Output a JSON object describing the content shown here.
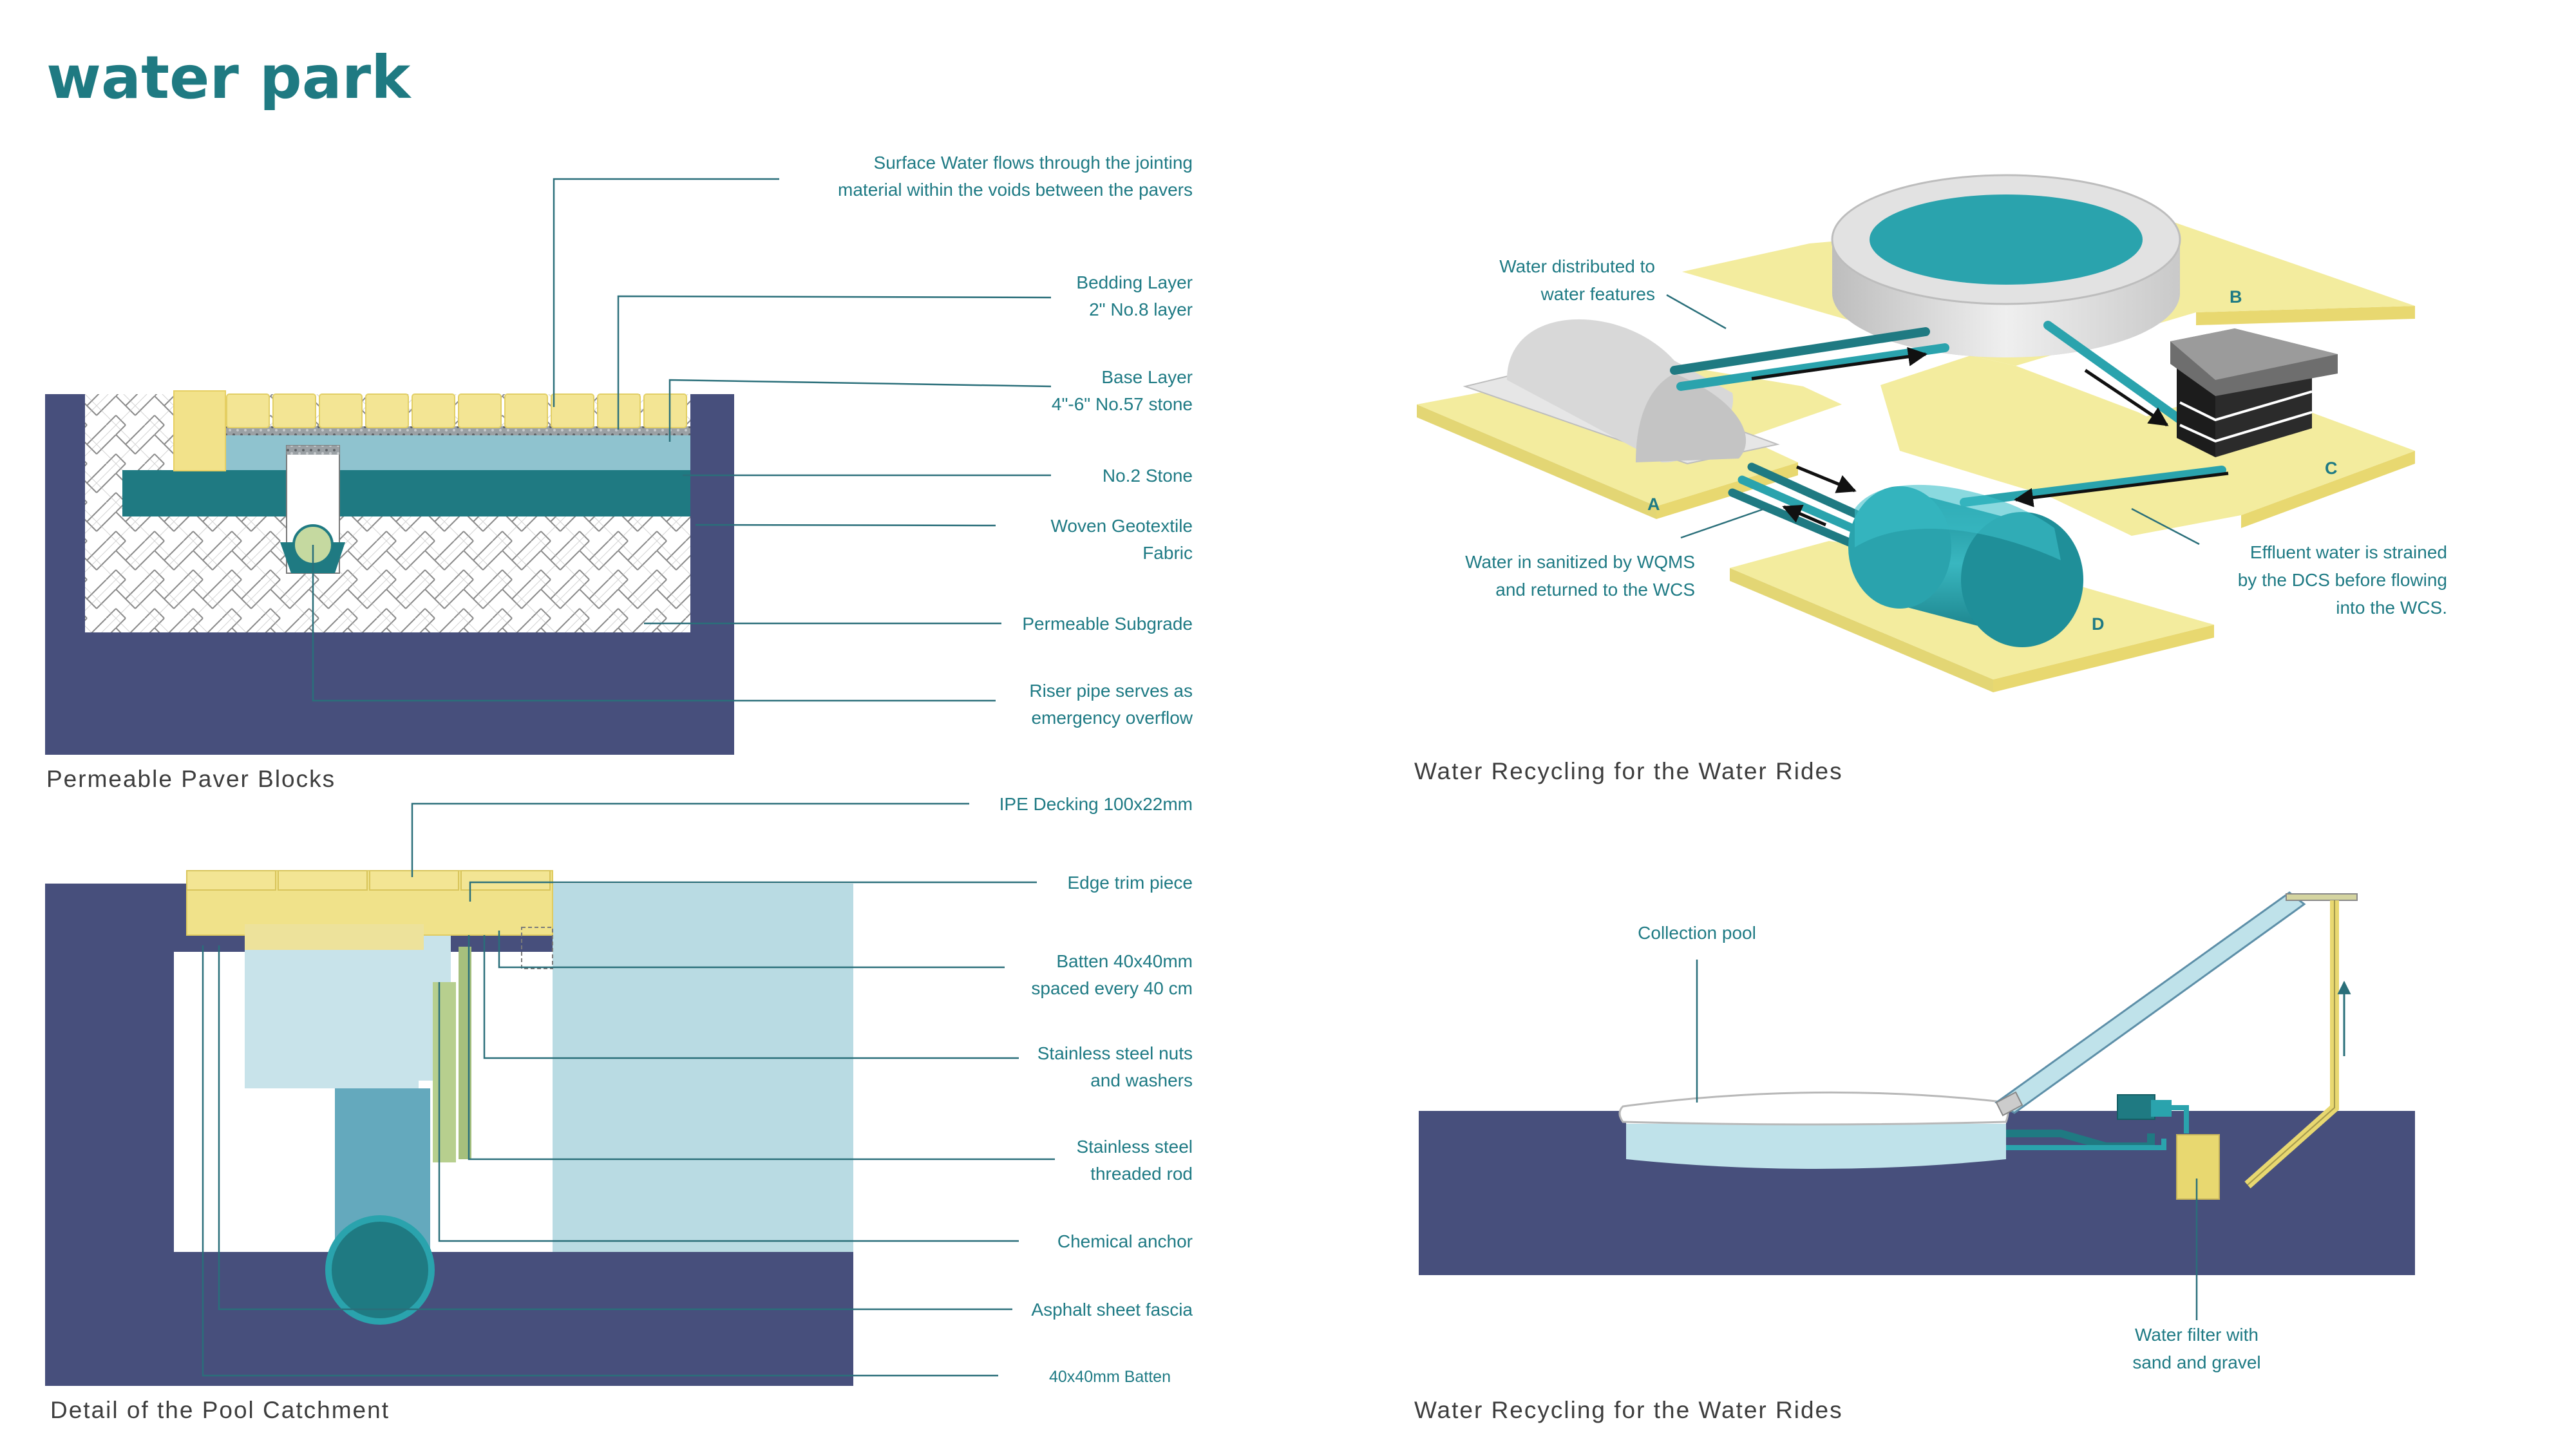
{
  "page": {
    "title": "water park"
  },
  "colors": {
    "teal_dark": "#1f7a82",
    "teal": "#2aa3ad",
    "teal_light": "#bfe2ea",
    "navy": "#474f7c",
    "yellow": "#f3ec9e",
    "yellow_dark": "#e8d870",
    "grey": "#d9d9d9",
    "black": "#1c1c1c"
  },
  "paver": {
    "caption": "Permeable Paver Blocks",
    "notes": [
      [
        "Surface Water flows through the jointing",
        "material within the voids between the pavers"
      ],
      [
        "Bedding Layer",
        "2\" No.8 layer"
      ],
      [
        "Base Layer",
        "4\"-6\" No.57 stone"
      ],
      [
        "No.2 Stone"
      ],
      [
        "Woven Geotextile",
        "Fabric"
      ],
      [
        "Permeable Subgrade"
      ],
      [
        "Riser pipe serves as",
        "emergency overflow"
      ]
    ]
  },
  "catchment": {
    "caption": "Detail of the Pool Catchment",
    "notes": [
      [
        "IPE Decking 100x22mm"
      ],
      [
        "Edge trim piece"
      ],
      [
        "Batten 40x40mm",
        "spaced every 40 cm"
      ],
      [
        "Stainless steel nuts",
        "and washers"
      ],
      [
        "Stainless steel",
        "threaded rod"
      ],
      [
        "Chemical anchor"
      ],
      [
        "Asphalt sheet fascia"
      ],
      [
        "40x40mm Batten"
      ]
    ]
  },
  "recycling_iso": {
    "caption": "Water Recycling for the Water Rides",
    "notes": {
      "distributed": [
        "Water distributed to",
        "water features"
      ],
      "sanitized": [
        "Water in sanitized by WQMS",
        "and returned to the WCS"
      ],
      "effluent": [
        "Effluent water is strained",
        "by the DCS before flowing",
        "into the WCS."
      ]
    },
    "labels": {
      "a": "A",
      "b": "B",
      "c": "C",
      "d": "D"
    }
  },
  "recycling_section": {
    "caption": "Water Recycling for the Water Rides",
    "notes": {
      "pool": [
        "Collection pool"
      ],
      "filter": [
        "Water filter with",
        "sand and gravel"
      ]
    }
  }
}
